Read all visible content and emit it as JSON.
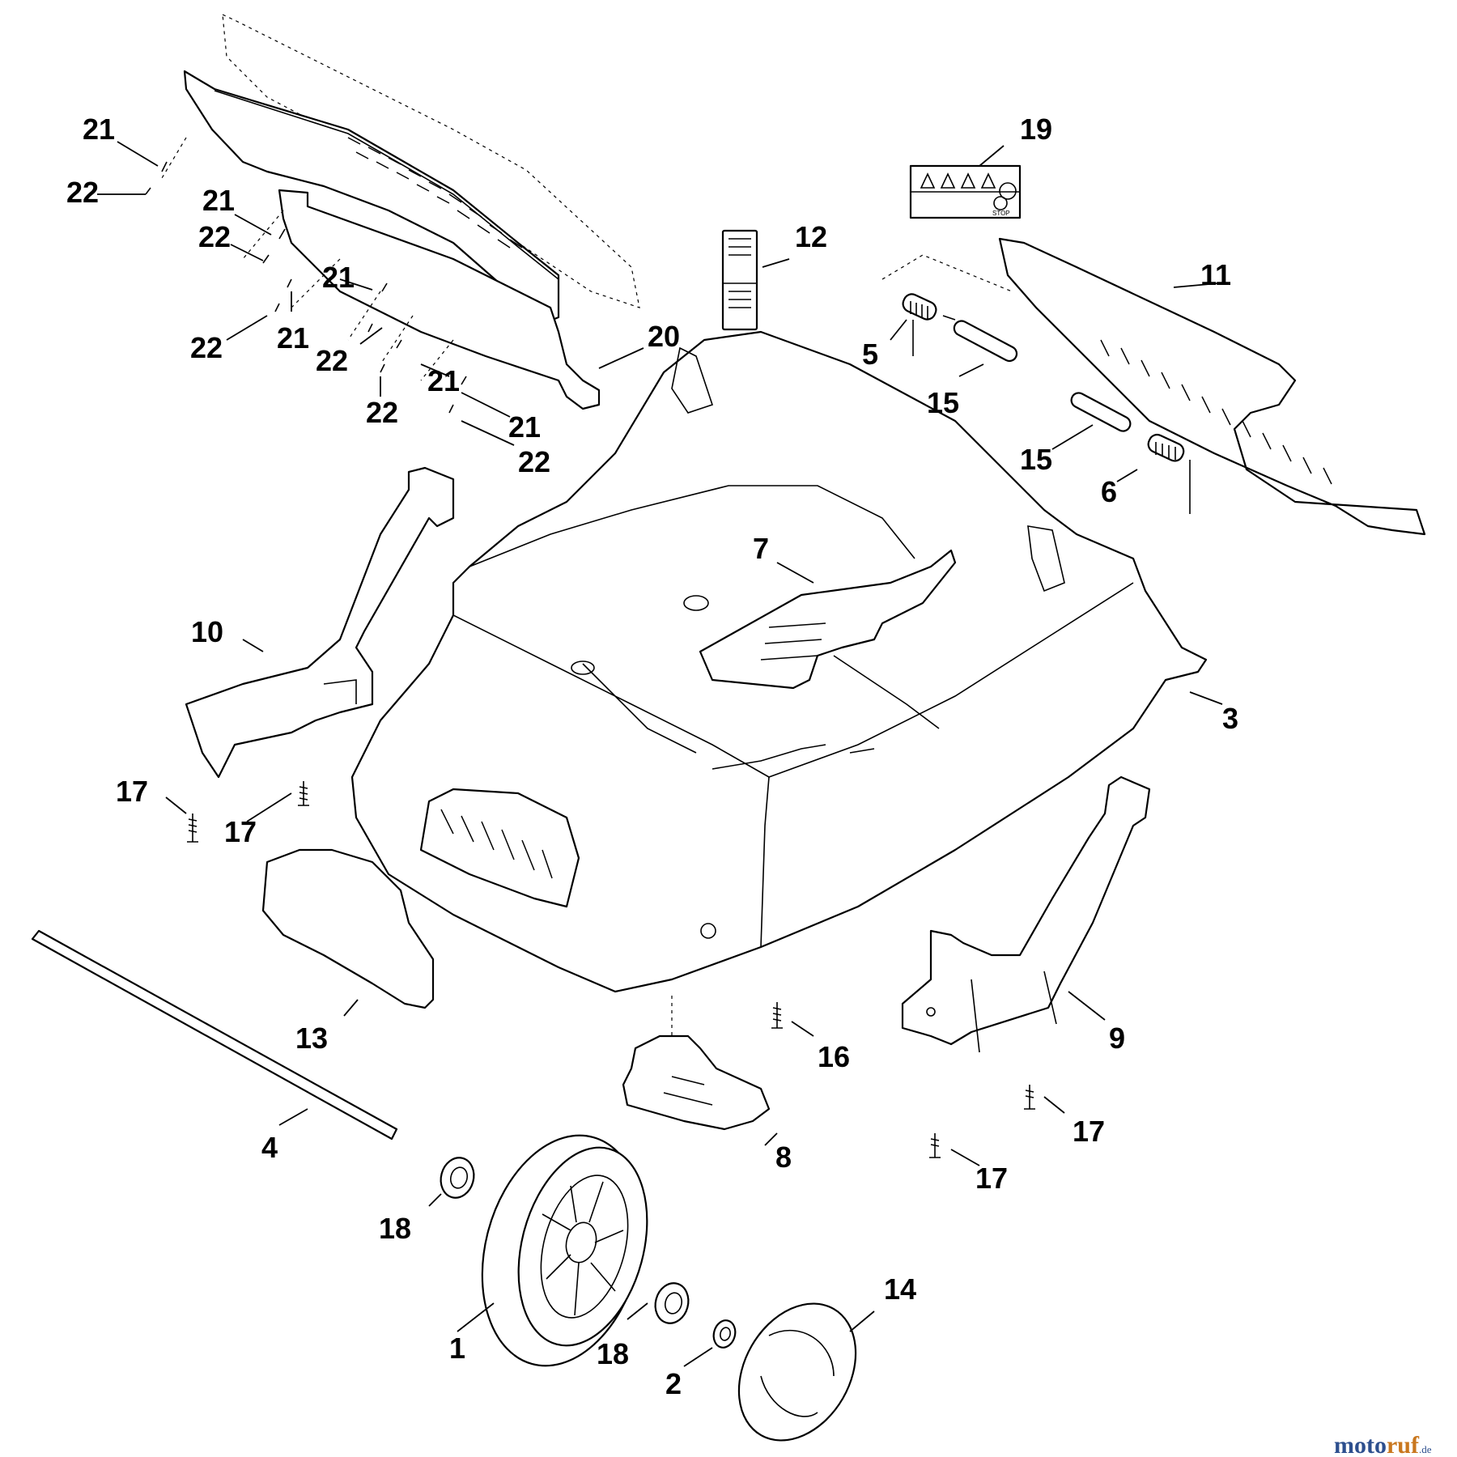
{
  "diagram": {
    "callouts": [
      {
        "id": "c1",
        "label": "1"
      },
      {
        "id": "c2",
        "label": "2"
      },
      {
        "id": "c3",
        "label": "3"
      },
      {
        "id": "c4",
        "label": "4"
      },
      {
        "id": "c5",
        "label": "5"
      },
      {
        "id": "c6",
        "label": "6"
      },
      {
        "id": "c7",
        "label": "7"
      },
      {
        "id": "c8",
        "label": "8"
      },
      {
        "id": "c9",
        "label": "9"
      },
      {
        "id": "c10",
        "label": "10"
      },
      {
        "id": "c11",
        "label": "11"
      },
      {
        "id": "c12",
        "label": "12"
      },
      {
        "id": "c13",
        "label": "13"
      },
      {
        "id": "c14",
        "label": "14"
      },
      {
        "id": "c15a",
        "label": "15"
      },
      {
        "id": "c15b",
        "label": "15"
      },
      {
        "id": "c16",
        "label": "16"
      },
      {
        "id": "c17a",
        "label": "17"
      },
      {
        "id": "c17b",
        "label": "17"
      },
      {
        "id": "c17c",
        "label": "17"
      },
      {
        "id": "c17d",
        "label": "17"
      },
      {
        "id": "c18a",
        "label": "18"
      },
      {
        "id": "c18b",
        "label": "18"
      },
      {
        "id": "c19",
        "label": "19"
      },
      {
        "id": "c20",
        "label": "20"
      },
      {
        "id": "c21a",
        "label": "21"
      },
      {
        "id": "c21b",
        "label": "21"
      },
      {
        "id": "c21c",
        "label": "21"
      },
      {
        "id": "c21d",
        "label": "21"
      },
      {
        "id": "c21e",
        "label": "21"
      },
      {
        "id": "c21f",
        "label": "21"
      },
      {
        "id": "c22a",
        "label": "22"
      },
      {
        "id": "c22b",
        "label": "22"
      },
      {
        "id": "c22c",
        "label": "22"
      },
      {
        "id": "c22d",
        "label": "22"
      },
      {
        "id": "c22e",
        "label": "22"
      },
      {
        "id": "c22f",
        "label": "22"
      }
    ],
    "label_19_text": "STOP",
    "watermark": {
      "part1": "moto",
      "part2": "ruf",
      "part3": ".de"
    }
  }
}
